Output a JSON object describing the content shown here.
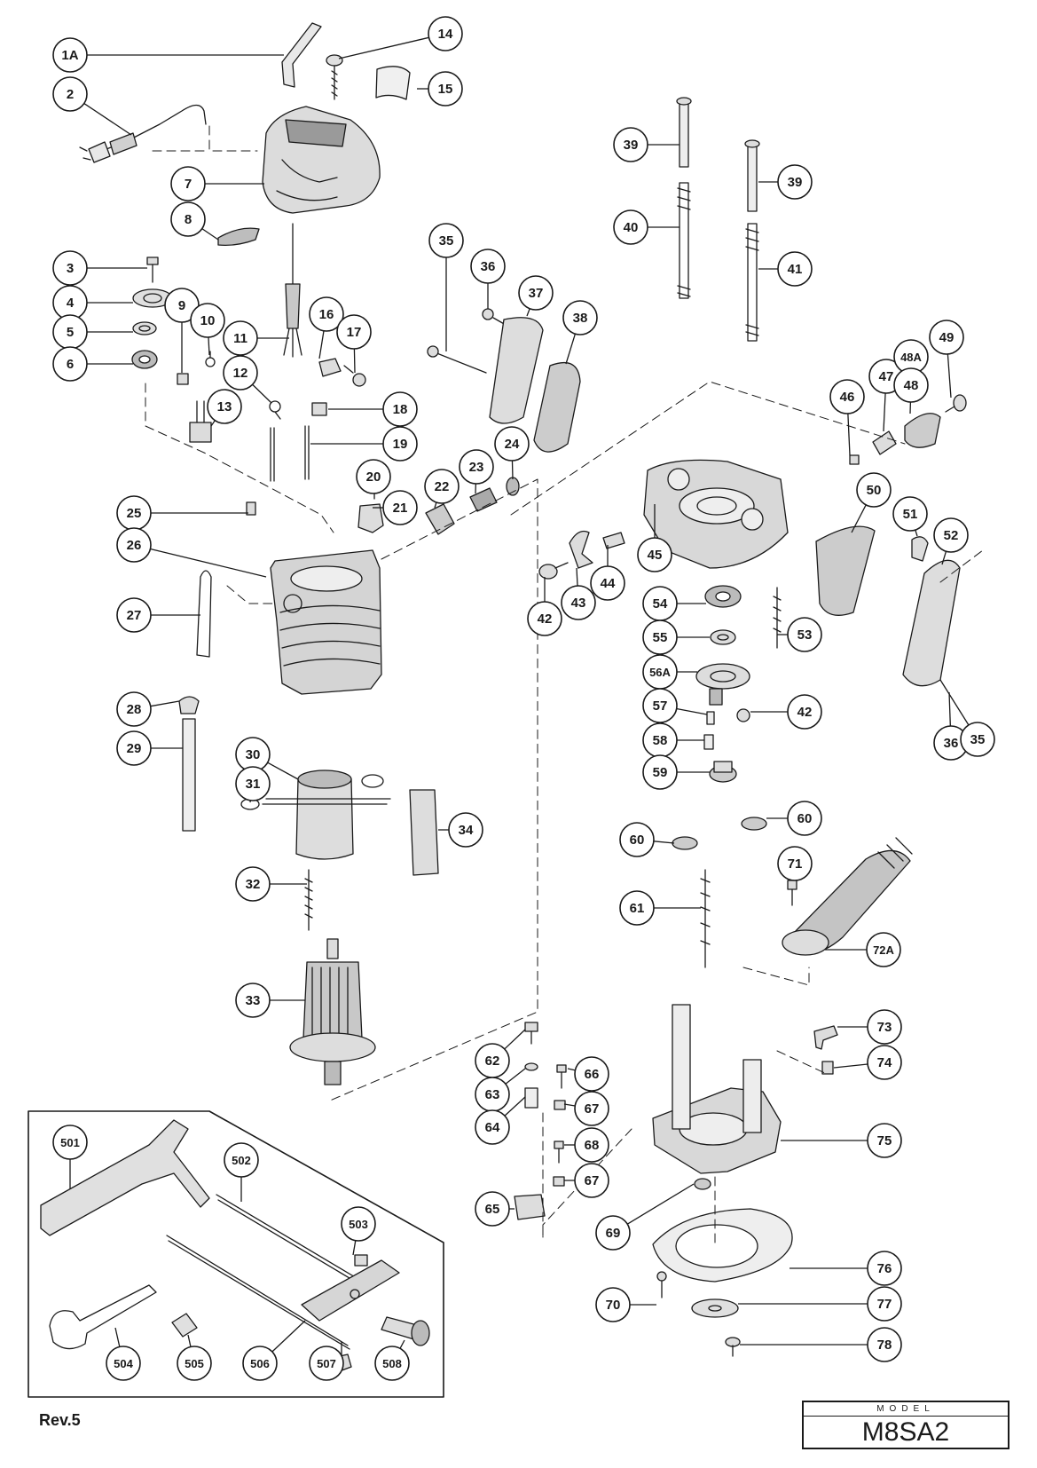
{
  "callouts": [
    {
      "id": "1A"
    },
    {
      "id": "2"
    },
    {
      "id": "3"
    },
    {
      "id": "4"
    },
    {
      "id": "5"
    },
    {
      "id": "6"
    },
    {
      "id": "7"
    },
    {
      "id": "8"
    },
    {
      "id": "9"
    },
    {
      "id": "10"
    },
    {
      "id": "11"
    },
    {
      "id": "12"
    },
    {
      "id": "13"
    },
    {
      "id": "14"
    },
    {
      "id": "15"
    },
    {
      "id": "16"
    },
    {
      "id": "17"
    },
    {
      "id": "18"
    },
    {
      "id": "19"
    },
    {
      "id": "20"
    },
    {
      "id": "21"
    },
    {
      "id": "22"
    },
    {
      "id": "23"
    },
    {
      "id": "24"
    },
    {
      "id": "25"
    },
    {
      "id": "26"
    },
    {
      "id": "27"
    },
    {
      "id": "28"
    },
    {
      "id": "29"
    },
    {
      "id": "30"
    },
    {
      "id": "31"
    },
    {
      "id": "32"
    },
    {
      "id": "33"
    },
    {
      "id": "34"
    },
    {
      "id": "35"
    },
    {
      "id": "36"
    },
    {
      "id": "37"
    },
    {
      "id": "38"
    },
    {
      "id": "39"
    },
    {
      "id": "39"
    },
    {
      "id": "40"
    },
    {
      "id": "41"
    },
    {
      "id": "42"
    },
    {
      "id": "43"
    },
    {
      "id": "44"
    },
    {
      "id": "45"
    },
    {
      "id": "46"
    },
    {
      "id": "47"
    },
    {
      "id": "48A"
    },
    {
      "id": "48"
    },
    {
      "id": "49"
    },
    {
      "id": "50"
    },
    {
      "id": "51"
    },
    {
      "id": "52"
    },
    {
      "id": "53"
    },
    {
      "id": "54"
    },
    {
      "id": "55"
    },
    {
      "id": "56A"
    },
    {
      "id": "57"
    },
    {
      "id": "42"
    },
    {
      "id": "58"
    },
    {
      "id": "59"
    },
    {
      "id": "36"
    },
    {
      "id": "35"
    },
    {
      "id": "60"
    },
    {
      "id": "60"
    },
    {
      "id": "71"
    },
    {
      "id": "61"
    },
    {
      "id": "72A"
    },
    {
      "id": "73"
    },
    {
      "id": "74"
    },
    {
      "id": "62"
    },
    {
      "id": "63"
    },
    {
      "id": "64"
    },
    {
      "id": "65"
    },
    {
      "id": "66"
    },
    {
      "id": "67"
    },
    {
      "id": "68"
    },
    {
      "id": "67"
    },
    {
      "id": "75"
    },
    {
      "id": "69"
    },
    {
      "id": "76"
    },
    {
      "id": "70"
    },
    {
      "id": "77"
    },
    {
      "id": "78"
    },
    {
      "id": "501"
    },
    {
      "id": "502"
    },
    {
      "id": "503"
    },
    {
      "id": "504"
    },
    {
      "id": "505"
    },
    {
      "id": "506"
    },
    {
      "id": "507"
    },
    {
      "id": "508"
    }
  ],
  "footer": {
    "revision": "Rev.5",
    "model_caption": "MODEL",
    "model": "M8SA2"
  }
}
